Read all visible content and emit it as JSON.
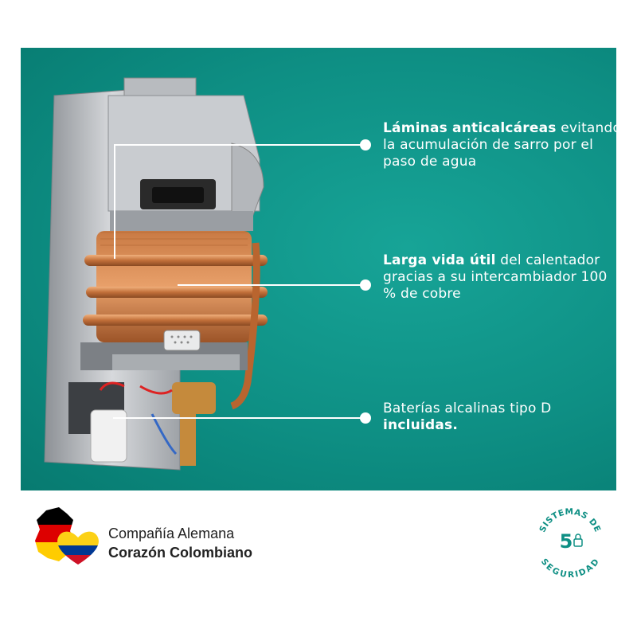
{
  "callouts": [
    {
      "bold": "Láminas anticalcáreas",
      "rest": " evitando la acumulación de sarro por el paso de agua"
    },
    {
      "bold": "Larga vida útil",
      "rest": " del calentador gracias a su intercambiador 100 % de cobre"
    },
    {
      "pre": "Baterías alcalinas tipo D ",
      "bold": "incluidas."
    }
  ],
  "footer": {
    "line1": "Compañía Alemana",
    "line2": "Corazón Colombiano"
  },
  "seal": {
    "arc_top": "SISTEMAS DE",
    "arc_bottom": "SEGURIDAD",
    "number": "5"
  },
  "colors": {
    "banner": "#0e8f84",
    "seal": "#0e8f84",
    "germany": [
      "#000000",
      "#dd0000",
      "#ffcc00"
    ],
    "colombia": [
      "#fcd116",
      "#003893",
      "#ce1126"
    ]
  },
  "icons": [
    "lock-icon",
    "germany-map-icon",
    "colombia-heart-icon"
  ]
}
